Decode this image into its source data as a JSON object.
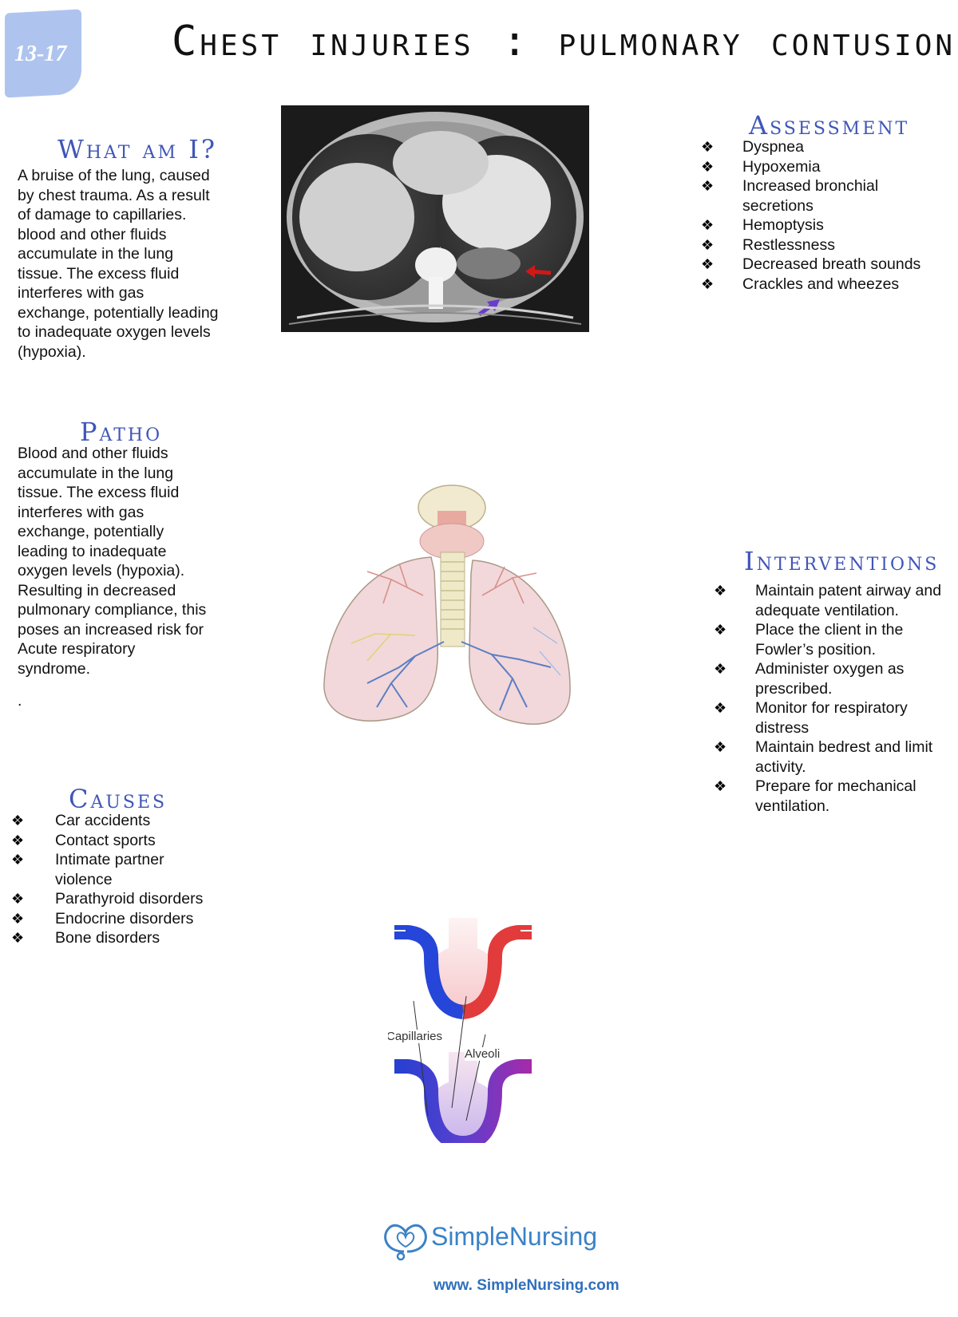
{
  "page_tag": "13-17",
  "title": "Chest injuries : pulmonary contusion",
  "what": {
    "heading": "What am I?",
    "text": " A bruise of the lung, caused by chest trauma. As a result of damage to capillaries. blood and other fluids accumulate in the lung tissue. The excess fluid interferes with gas exchange, potentially leading to inadequate oxygen levels (hypoxia)."
  },
  "patho": {
    "heading": "Patho",
    "text": "Blood and other fluids accumulate in the lung tissue. The excess fluid interferes with gas exchange, potentially leading to inadequate oxygen levels (hypoxia). Resulting in decreased pulmonary compliance, this poses an increased risk for Acute respiratory syndrome.",
    "trailing": "."
  },
  "causes": {
    "heading": "Causes",
    "items": [
      "Car accidents",
      "Contact sports",
      "Intimate partner violence",
      "Parathyroid disorders",
      "Endocrine disorders",
      "Bone disorders"
    ]
  },
  "assessment": {
    "heading": "Assessment",
    "items": [
      "Dyspnea",
      "Hypoxemia",
      "Increased bronchial secretions",
      "Hemoptysis",
      "Restlessness",
      "Decreased breath sounds",
      "Crackles and wheezes"
    ]
  },
  "interventions": {
    "heading": "Interventions",
    "items": [
      "Maintain patent airway and adequate ventilation.",
      "Place the client in the Fowler’s  position.",
      "Administer oxygen as prescribed.",
      "Monitor for respiratory distress",
      "Maintain bedrest and limit activity.",
      "Prepare for mechanical ventilation."
    ]
  },
  "diagram_labels": {
    "capillaries": "Capillaries",
    "alveoli": "Alveoli"
  },
  "footer": {
    "logo_simple": "Simple",
    "logo_nursing": "Nursing",
    "url": "www. SimpleNursing.com"
  },
  "bullet_glyph": "❖",
  "colors": {
    "heading": "#3f56b8",
    "tag": "#aec4ef",
    "logo": "#3b82c6",
    "arrow_red": "#d01818",
    "arrow_purple": "#6a3ccc"
  },
  "images": [
    "ct-scan-image",
    "lungs-illustration",
    "capillary-alveoli-diagram",
    "stethoscope-heart-logo"
  ]
}
